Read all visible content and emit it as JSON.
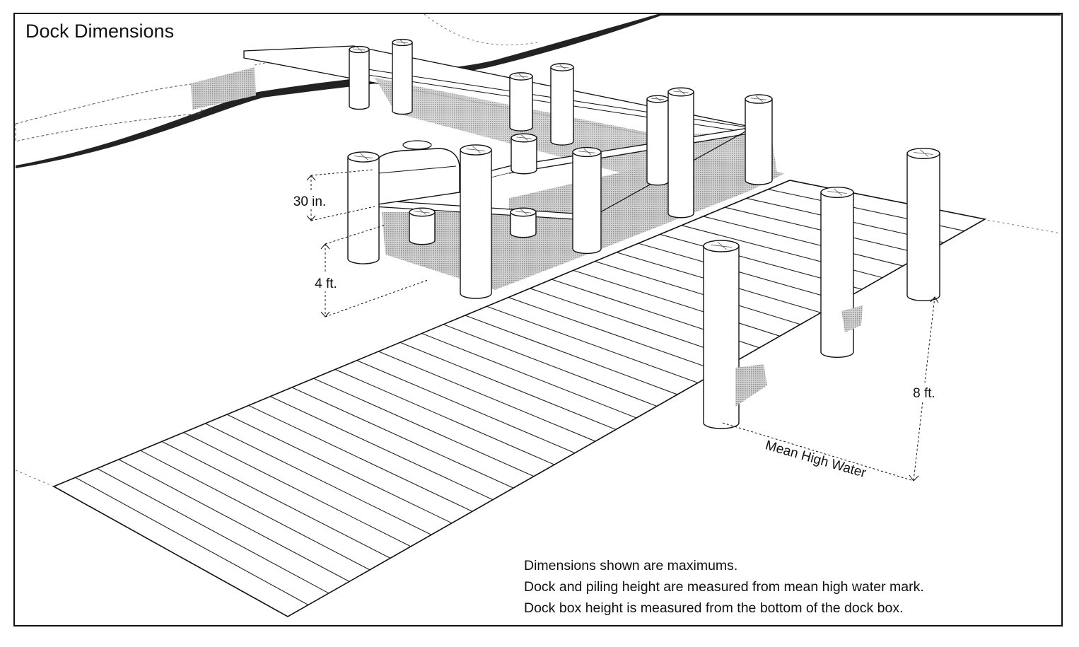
{
  "title": "Dock Dimensions",
  "dimensions": {
    "dock_box_height": "30 in.",
    "dock_height": "4 ft.",
    "piling_height": "8 ft."
  },
  "water_label": "Mean High Water",
  "notes": [
    "Dimensions shown are maximums.",
    "Dock and piling height are measured from mean high water mark.",
    "Dock box height is measured from the bottom of the dock box."
  ],
  "colors": {
    "line": "#111111",
    "shadow": "#bdbdbd",
    "background": "#ffffff"
  }
}
